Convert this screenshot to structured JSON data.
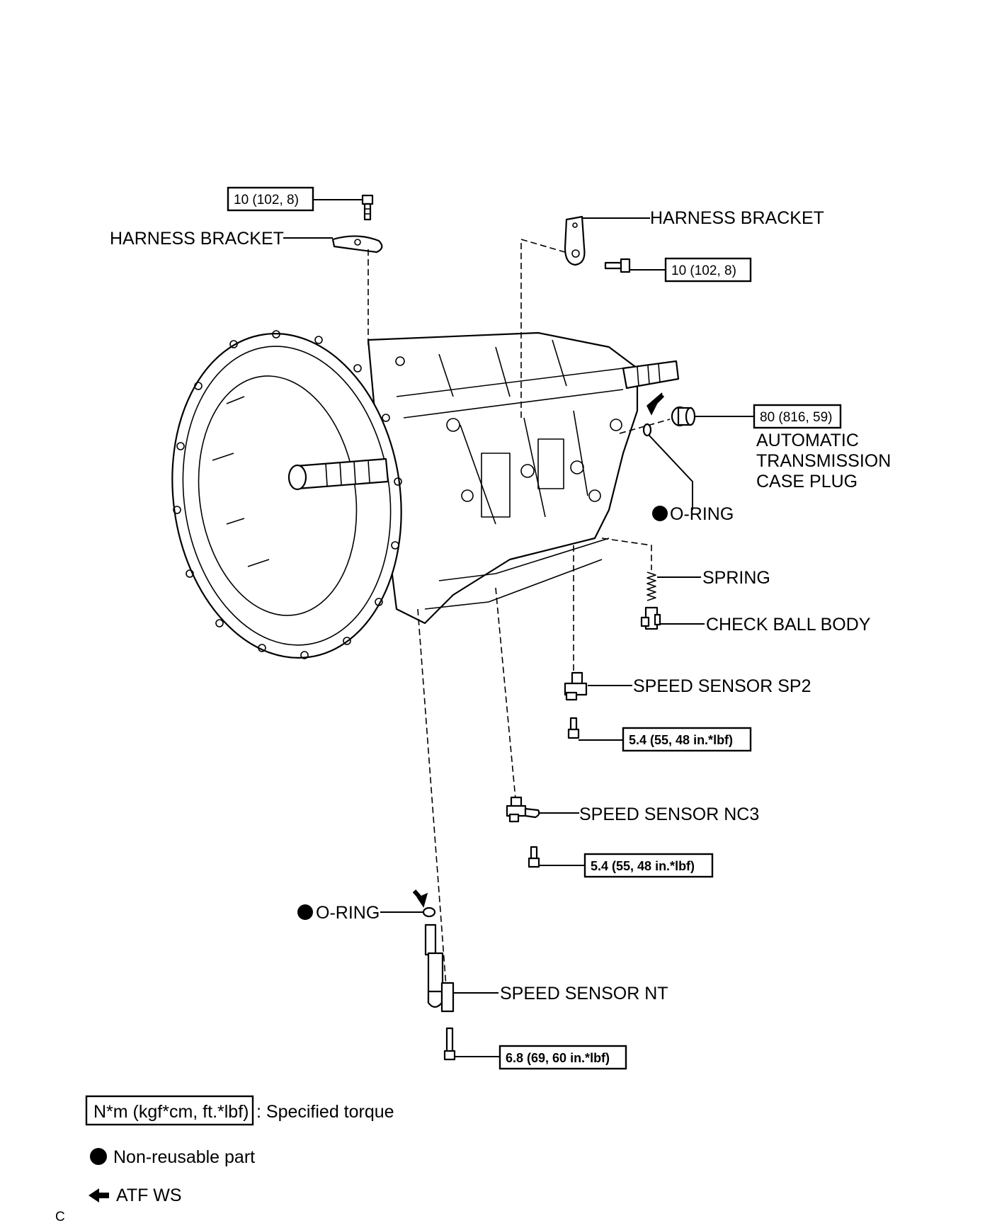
{
  "labels": {
    "harness_bracket_left": "HARNESS BRACKET",
    "harness_bracket_right": "HARNESS BRACKET",
    "case_plug_line1": "AUTOMATIC",
    "case_plug_line2": "TRANSMISSION",
    "case_plug_line3": "CASE PLUG",
    "o_ring_upper": "O-RING",
    "spring": "SPRING",
    "check_ball_body": "CHECK BALL BODY",
    "speed_sensor_sp2": "SPEED SENSOR SP2",
    "speed_sensor_nc3": "SPEED SENSOR NC3",
    "o_ring_lower": "O-RING",
    "speed_sensor_nt": "SPEED SENSOR NT"
  },
  "torques": {
    "harness_bracket_left_bolt": "10 (102, 8)",
    "harness_bracket_right_bolt": "10 (102, 8)",
    "case_plug": "80 (816, 59)",
    "sp2_bolt": "5.4 (55, 48 in.*lbf)",
    "nc3_bolt": "5.4 (55, 48 in.*lbf)",
    "nt_bolt": "6.8 (69, 60 in.*lbf)"
  },
  "legend": {
    "torque_unit": "N*m (kgf*cm, ft.*lbf)",
    "torque_desc": ": Specified torque",
    "non_reusable": "Non-reusable part",
    "atf": "ATF WS"
  },
  "corner_mark": "C",
  "icons": {
    "non_reusable_marker": "filled-circle-icon",
    "atf_marker": "left-arrow-icon"
  }
}
